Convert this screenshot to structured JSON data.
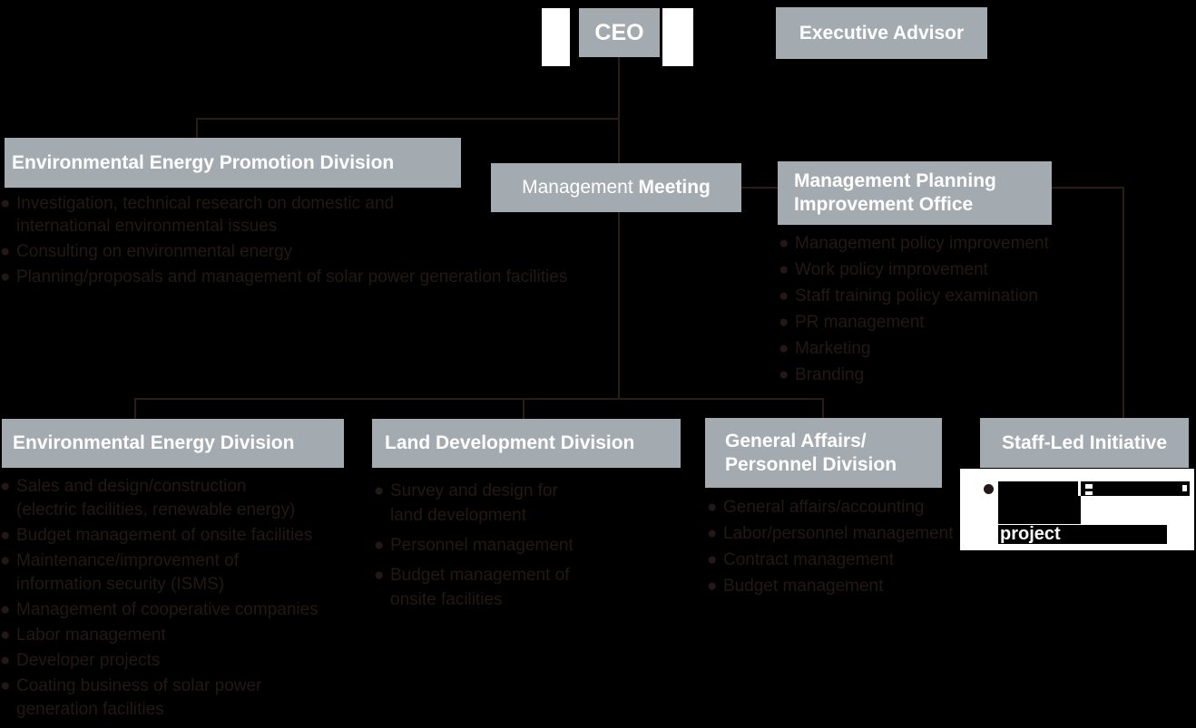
{
  "icons": {
    "bullet": "●"
  },
  "colors": {
    "background": "#000000",
    "node_fill": "#a3abb1",
    "node_text": "#ffffff",
    "body_text": "#231815",
    "connector_line": "#2a1d17",
    "mask_white": "#ffffff",
    "redaction_black": "#000000"
  },
  "nodes": {
    "ceo": {
      "label": "CEO"
    },
    "executive_advisor": {
      "label": "Executive Advisor"
    },
    "management_meeting": {
      "label_regular": "Management ",
      "label_bold": "Meeting"
    },
    "management_planning_improvement_office": {
      "label": "Management Planning\nImprovement Office",
      "bullets": [
        "Management policy improvement",
        "Work policy improvement",
        "Staff training policy examination",
        "PR management",
        "Marketing",
        "Branding"
      ]
    },
    "environmental_energy_promotion_division": {
      "label": "Environmental Energy Promotion Division",
      "bullets": [
        "Investigation, technical research on domestic and\ninternational environmental issues",
        "Consulting on environmental energy",
        "Planning/proposals and management of solar power generation facilities"
      ]
    },
    "environmental_energy_division": {
      "label": "Environmental Energy Division",
      "bullets": [
        "Sales and design/construction\n(electric facilities, renewable energy)",
        "Budget management of onsite facilities",
        "Maintenance/improvement of\ninformation security (ISMS)",
        "Management of cooperative companies",
        "Labor management",
        "Developer projects",
        "Coating business of solar power\ngeneration facilities"
      ]
    },
    "land_development_division": {
      "label": "Land Development Division",
      "bullets": [
        "Survey and design for\nland development",
        "Personnel management",
        "Budget management of\nonsite facilities"
      ]
    },
    "general_affairs_personnel_division": {
      "label": "General Affairs/\nPersonnel Division",
      "bullets": [
        "General affairs/accounting",
        "Labor/personnel management",
        "Contract management",
        "Budget management"
      ]
    },
    "staff_led_initiative": {
      "label": "Staff-Led Initiative",
      "visible_text": "project"
    }
  }
}
